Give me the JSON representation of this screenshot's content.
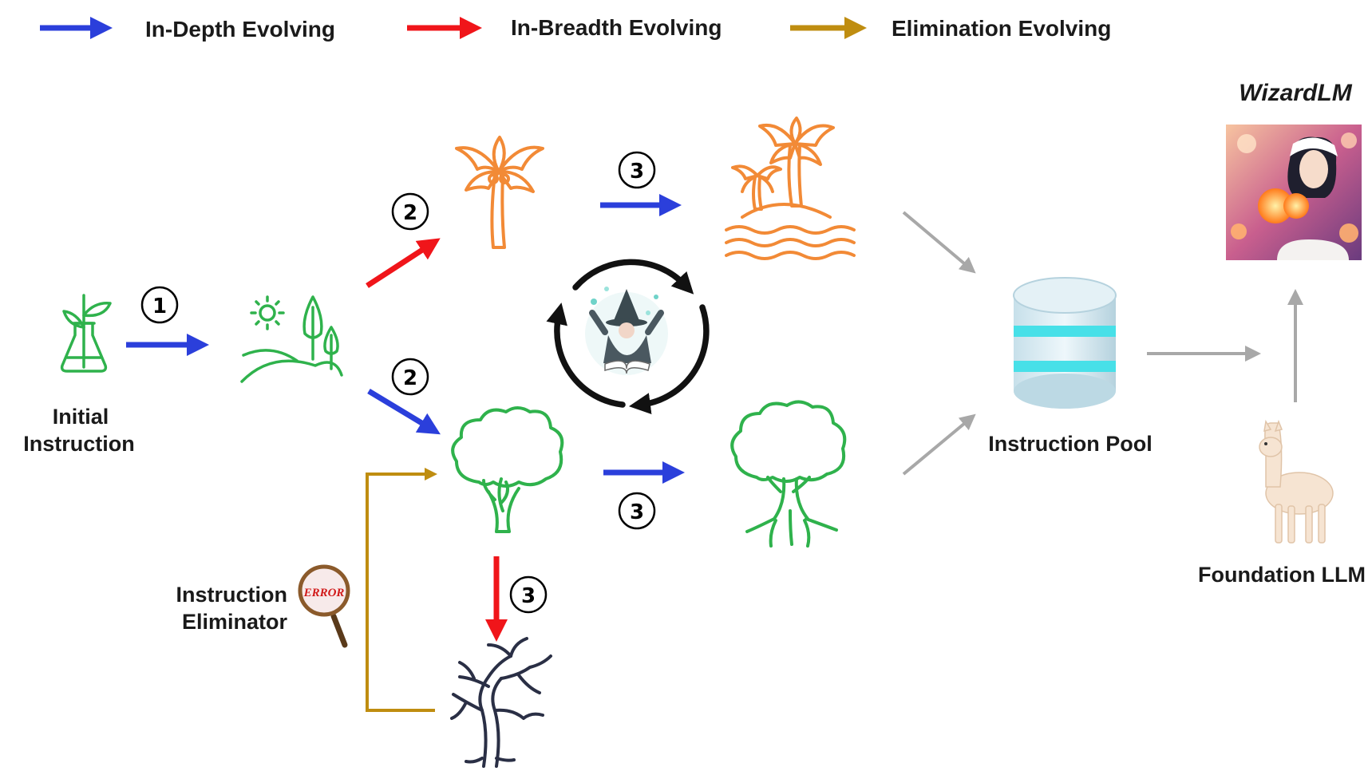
{
  "colors": {
    "depth": "#2b3fdb",
    "breadth": "#f0151a",
    "elimination": "#bf8d10",
    "orange_icon": "#f28a36",
    "green_icon": "#2fb24c",
    "gray_arrow": "#a8a8a8",
    "dead_tree": "#2a2f45"
  },
  "legend": {
    "depth": "In-Depth Evolving",
    "breadth": "In-Breadth Evolving",
    "elimination": "Elimination Evolving"
  },
  "nodes": {
    "initial_line1": "Initial",
    "initial_line2": "Instruction",
    "pool": "Instruction Pool",
    "foundation": "Foundation LLM",
    "eliminator_line1": "Instruction",
    "eliminator_line2": "Eliminator",
    "error_stamp": "ERROR",
    "wizardlm": "WizardLM"
  },
  "step_marks": {
    "one": "1",
    "two": "2",
    "three": "3"
  },
  "icons": {
    "initial": "plant-flask-icon",
    "landscape": "sprout-landscape-icon",
    "palm": "palm-tree-icon",
    "island": "palm-island-icon",
    "tree": "tree-icon",
    "rooted_tree": "rooted-tree-icon",
    "dead_tree": "dead-tree-icon",
    "wizard": "wizard-avatar-icon",
    "cycle": "cycle-arrows-icon",
    "database": "database-icon",
    "magnifier": "error-magnifier-icon",
    "llama": "llama-icon",
    "wizardlm_portrait": "wizardlm-portrait-icon"
  }
}
